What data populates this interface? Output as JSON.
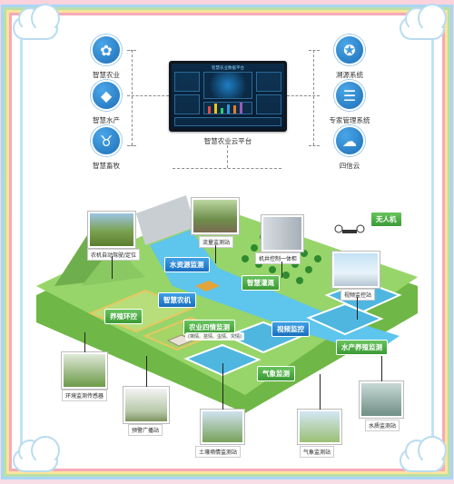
{
  "platform": {
    "title": "智慧农业云平台",
    "screen_title": "智慧农业数据平台"
  },
  "left_functions": [
    {
      "label": "智慧农业",
      "icon": "sprout-icon"
    },
    {
      "label": "智慧水产",
      "icon": "fish-icon"
    },
    {
      "label": "智慧畜牧",
      "icon": "cow-icon"
    }
  ],
  "right_functions": [
    {
      "label": "溯源系统",
      "icon": "trace-icon"
    },
    {
      "label": "专家管理系统",
      "icon": "expert-icon"
    },
    {
      "label": "四信云",
      "icon": "cloud-icon"
    }
  ],
  "zones": {
    "water_monitoring": "水资源监测",
    "smart_machinery": "智慧农机",
    "smart_irrigation": "智慧灌溉",
    "breeding_env": "养殖环控",
    "agri_four_conditions": "农业四情监测",
    "agri_four_sub": "(墒情、苗情、虫情、灾情)",
    "video_monitoring": "视频监控",
    "aquaculture_monitoring": "水产养殖监测",
    "weather_monitoring": "气象监测",
    "drone": "无人机"
  },
  "photos": {
    "auto_driving": "农机自动驾驶/定位",
    "flow_station": "流量监测站",
    "well_control": "机井控制一体柜",
    "video_station": "视频监控站",
    "env_sensor": "环境监测传感器",
    "broadcast_station": "预警广播站",
    "soil_station": "土壤墒情监测站",
    "weather_station": "气象监测站",
    "water_quality_station": "水质监测站"
  },
  "colors": {
    "tag_blue": "#1a6fbe",
    "tag_green": "#3b9a35",
    "icon_blue": "#1d6fb8",
    "water": "#5ec5ec",
    "grass": "#8cd05a"
  }
}
